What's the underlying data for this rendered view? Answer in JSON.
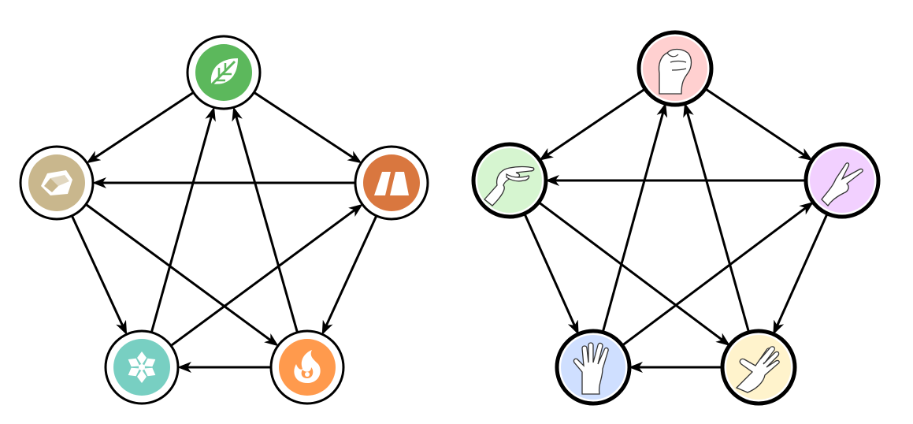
{
  "diagrams": [
    {
      "name": "elements-diagram",
      "ring_fill": "#ffffff",
      "nodes": [
        {
          "id": "leaf",
          "icon": "leaf-icon",
          "color": "#5cb85c"
        },
        {
          "id": "metal",
          "icon": "metal-icon",
          "color": "#d9773f"
        },
        {
          "id": "fire",
          "icon": "flame-icon",
          "color": "#ff9a4d"
        },
        {
          "id": "ice",
          "icon": "snowflake-icon",
          "color": "#78cfc2"
        },
        {
          "id": "earth",
          "icon": "rock-icon",
          "color": "#c9b78d"
        }
      ],
      "edges": [
        [
          "leaf",
          "earth"
        ],
        [
          "leaf",
          "metal"
        ],
        [
          "metal",
          "earth"
        ],
        [
          "metal",
          "fire"
        ],
        [
          "fire",
          "ice"
        ],
        [
          "fire",
          "leaf"
        ],
        [
          "ice",
          "leaf"
        ],
        [
          "ice",
          "metal"
        ],
        [
          "earth",
          "ice"
        ],
        [
          "earth",
          "fire"
        ]
      ]
    },
    {
      "name": "hand-game-diagram",
      "ring_fill": "#000000",
      "nodes": [
        {
          "id": "rock",
          "icon": "fist-hand-icon",
          "color": "#ffd0d0"
        },
        {
          "id": "scissors",
          "icon": "victory-hand-icon",
          "color": "#f2d0ff"
        },
        {
          "id": "paper",
          "icon": "open-hand-icon",
          "color": "#fff3cc"
        },
        {
          "id": "spock",
          "icon": "vulcan-salute-icon",
          "color": "#cfdfff"
        },
        {
          "id": "lizard",
          "icon": "lizard-hand-icon",
          "color": "#d6f5d0"
        }
      ],
      "edges": [
        [
          "rock",
          "lizard"
        ],
        [
          "rock",
          "scissors"
        ],
        [
          "scissors",
          "lizard"
        ],
        [
          "scissors",
          "paper"
        ],
        [
          "paper",
          "spock"
        ],
        [
          "paper",
          "rock"
        ],
        [
          "spock",
          "rock"
        ],
        [
          "spock",
          "scissors"
        ],
        [
          "lizard",
          "spock"
        ],
        [
          "lizard",
          "paper"
        ]
      ]
    }
  ]
}
